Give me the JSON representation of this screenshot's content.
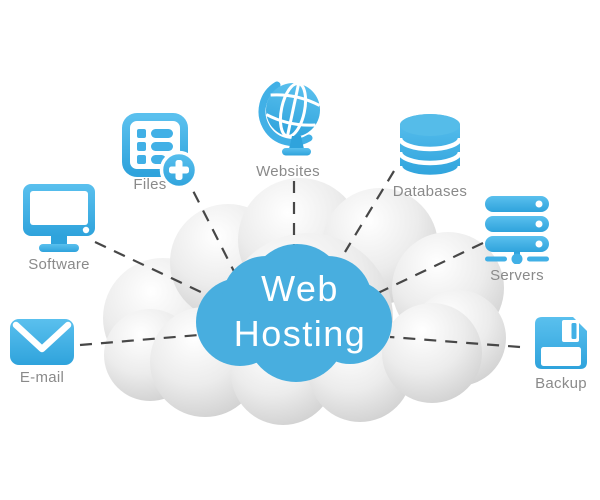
{
  "center": {
    "line1": "Web",
    "line2": "Hosting"
  },
  "nodes": {
    "software": {
      "label": "Software",
      "icon": "monitor-icon"
    },
    "files": {
      "label": "Files",
      "icon": "files-plus-icon"
    },
    "websites": {
      "label": "Websites",
      "icon": "globe-icon"
    },
    "databases": {
      "label": "Databases",
      "icon": "database-icon"
    },
    "servers": {
      "label": "Servers",
      "icon": "server-stack-icon"
    },
    "backup": {
      "label": "Backup",
      "icon": "floppy-disk-icon"
    },
    "email": {
      "label": "E-mail",
      "icon": "envelope-icon"
    }
  },
  "colors": {
    "icon_blue_light": "#5ac0ee",
    "icon_blue_dark": "#2fa3dc",
    "cloud_blue": "#48aedf",
    "cloud_gray": "#d0d0d0",
    "label_gray": "#8a8a8a",
    "connector_dark": "#474747",
    "text_white": "#ffffff",
    "background": "#ffffff"
  }
}
